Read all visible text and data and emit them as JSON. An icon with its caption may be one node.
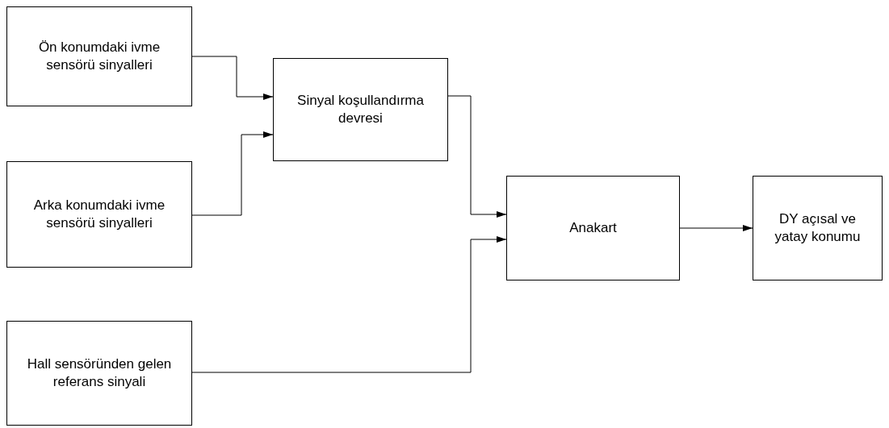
{
  "diagram": {
    "nodes": [
      {
        "text": [
          "Ön konumdaki ivme sensörü sinyalleri"
        ]
      },
      {
        "text": [
          "Arka konumdaki ivme sensörü sinyalleri"
        ]
      },
      {
        "text": [
          "Hall sensöründen gelen referans sinyali"
        ]
      },
      {
        "text": [
          "Sinyal koşullandırma devresi"
        ]
      },
      {
        "text": [
          "Anakart"
        ]
      },
      {
        "text": [
          "DY açısal ve yatay konumu"
        ]
      }
    ],
    "edges": [
      {
        "from": 0,
        "to": 3,
        "arrow": "to"
      },
      {
        "from": 1,
        "to": 3,
        "arrow": "to"
      },
      {
        "from": 3,
        "to": 4,
        "arrow": "to"
      },
      {
        "from": 2,
        "to": 4,
        "arrow": "to"
      },
      {
        "from": 4,
        "to": 5,
        "arrow": "to"
      }
    ]
  }
}
